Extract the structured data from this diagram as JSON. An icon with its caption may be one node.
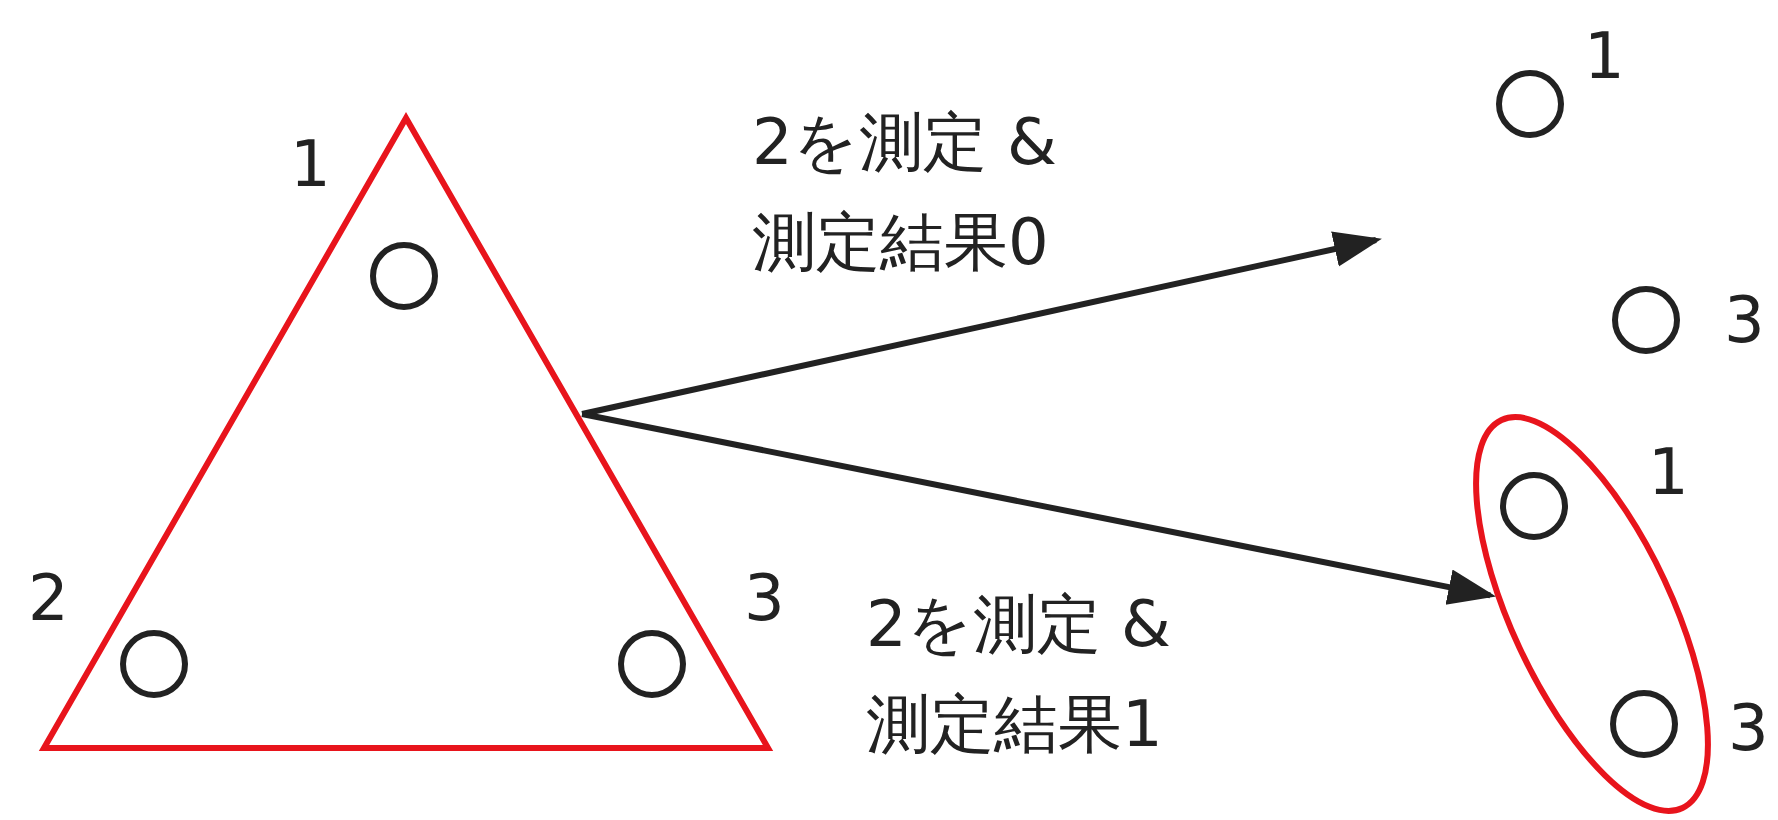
{
  "diagram": {
    "nodes": [
      {
        "text": [],
        "shape": "triangle"
      },
      {
        "text": [],
        "shape": "circle",
        "beside": [
          "1"
        ],
        "in": 0
      },
      {
        "text": [],
        "shape": "circle",
        "beside": [
          "2"
        ],
        "in": 0
      },
      {
        "text": [],
        "shape": "circle",
        "beside": [
          "3"
        ],
        "in": 0
      },
      {
        "text": [],
        "shape": "circle",
        "beside": [
          "1"
        ]
      },
      {
        "text": [],
        "shape": "circle",
        "beside": [
          "3"
        ]
      },
      {
        "text": [],
        "shape": "ellipse"
      },
      {
        "text": [],
        "shape": "circle",
        "beside": [
          "1"
        ],
        "in": 6
      },
      {
        "text": [],
        "shape": "circle",
        "beside": [
          "3"
        ],
        "in": 6
      }
    ],
    "edges": [
      {
        "from": 0,
        "to": null,
        "arrow": "to",
        "label": "2を測定 & 測定結果0"
      },
      {
        "from": 0,
        "to": 6,
        "arrow": "to",
        "label": "2を測定 & 測定結果1"
      }
    ]
  }
}
